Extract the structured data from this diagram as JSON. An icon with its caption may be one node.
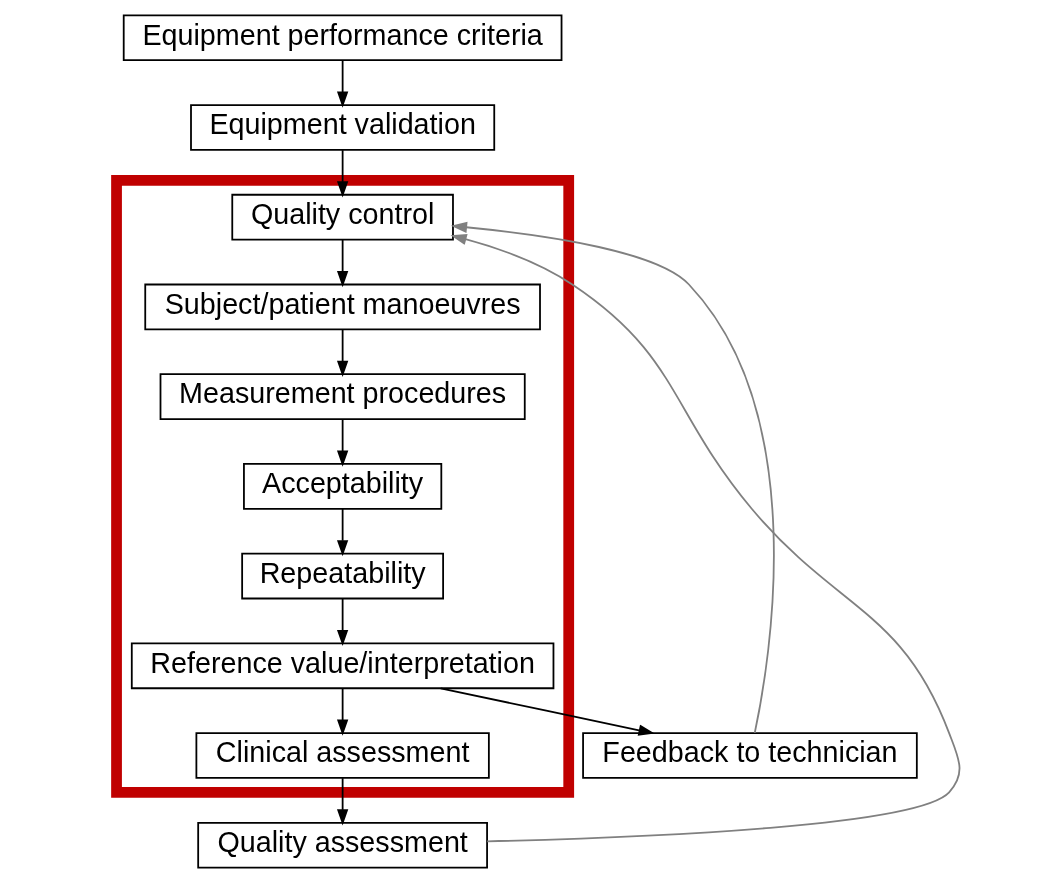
{
  "diagram": {
    "nodes": [
      {
        "text": [
          "Equipment performance criteria"
        ]
      },
      {
        "text": [
          "Equipment validation"
        ]
      },
      {
        "text": [],
        "shape": "box"
      },
      {
        "text": [
          "Quality control"
        ],
        "in": 2
      },
      {
        "text": [
          "Subject/patient manoeuvres"
        ],
        "in": 2
      },
      {
        "text": [
          "Measurement procedures"
        ],
        "in": 2
      },
      {
        "text": [
          "Acceptability"
        ],
        "in": 2
      },
      {
        "text": [
          "Repeatability"
        ],
        "in": 2
      },
      {
        "text": [
          "Reference value/interpretation"
        ],
        "in": 2
      },
      {
        "text": [
          "Clinical assessment"
        ],
        "in": 2
      },
      {
        "text": [
          "Quality assessment"
        ]
      },
      {
        "text": [
          "Feedback to technician"
        ]
      }
    ],
    "edges": [
      {
        "from": 0,
        "to": 1,
        "arrow": "to"
      },
      {
        "from": 1,
        "to": 3,
        "arrow": "to"
      },
      {
        "from": 3,
        "to": 4,
        "arrow": "to"
      },
      {
        "from": 4,
        "to": 5,
        "arrow": "to"
      },
      {
        "from": 5,
        "to": 6,
        "arrow": "to"
      },
      {
        "from": 6,
        "to": 7,
        "arrow": "to"
      },
      {
        "from": 7,
        "to": 8,
        "arrow": "to"
      },
      {
        "from": 8,
        "to": 9,
        "arrow": "to"
      },
      {
        "from": 8,
        "to": 11,
        "arrow": "to"
      },
      {
        "from": 9,
        "to": 10,
        "arrow": "to"
      },
      {
        "from": 10,
        "to": 3,
        "arrow": "to",
        "color": "#808080"
      },
      {
        "from": 11,
        "to": 3,
        "arrow": "to",
        "color": "#808080"
      }
    ]
  }
}
